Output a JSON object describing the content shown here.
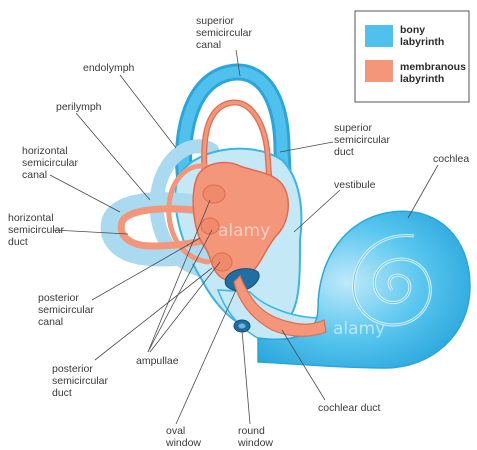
{
  "colors": {
    "bony": "#4fc1ec",
    "bony_dark": "#2aa6dc",
    "bony_light": "#bfe6f6",
    "membranous": "#f39679",
    "membranous_dark": "#e06c4f",
    "window": "#1f6fa3"
  },
  "legend": {
    "bony": {
      "line1": "bony",
      "line2": "labyrinth"
    },
    "membranous": {
      "line1": "membranous",
      "line2": "labyrinth"
    }
  },
  "labels": {
    "superior_canal": [
      "superior",
      "semicircular",
      "canal"
    ],
    "endolymph": [
      "endolymph"
    ],
    "perilymph": [
      "perilymph"
    ],
    "horizontal_canal": [
      "horizontal",
      "semicircular",
      "canal"
    ],
    "horizontal_duct": [
      "horizontal",
      "semicircular",
      "duct"
    ],
    "posterior_canal": [
      "posterior",
      "semicircular",
      "canal"
    ],
    "posterior_duct": [
      "posterior",
      "semicircular",
      "duct"
    ],
    "ampullae": [
      "ampullae"
    ],
    "oval_window": [
      "oval",
      "window"
    ],
    "round_window": [
      "round",
      "window"
    ],
    "cochlear_duct": [
      "cochlear duct"
    ],
    "superior_duct": [
      "superior",
      "semicircular",
      "duct"
    ],
    "vestibule": [
      "vestibule"
    ],
    "cochlea": [
      "cochlea"
    ]
  },
  "watermark": "alamy"
}
